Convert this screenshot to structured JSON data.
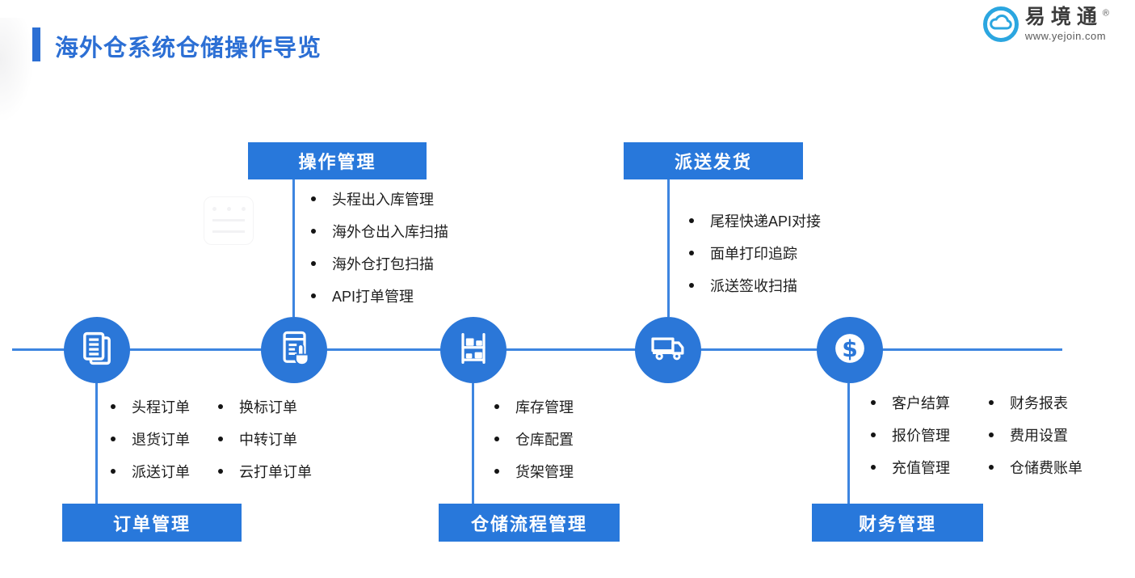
{
  "header": {
    "title": "海外仓系统仓储操作导览"
  },
  "logo": {
    "brand": "易境通",
    "reg": "®",
    "url": "www.yejoin.com"
  },
  "sections": {
    "order": {
      "title": "订单管理",
      "col1": [
        "头程订单",
        "退货订单",
        "派送订单"
      ],
      "col2": [
        "换标订单",
        "中转订单",
        "云打单订单"
      ]
    },
    "operation": {
      "title": "操作管理",
      "items": [
        "头程出入库管理",
        "海外仓出入库扫描",
        "海外仓打包扫描",
        "API打单管理"
      ]
    },
    "warehouse": {
      "title": "仓储流程管理",
      "items": [
        "库存管理",
        "仓库配置",
        "货架管理"
      ]
    },
    "delivery": {
      "title": "派送发货",
      "items": [
        "尾程快递API对接",
        "面单打印追踪",
        "派送签收扫描"
      ]
    },
    "finance": {
      "title": "财务管理",
      "col1": [
        "客户结算",
        "报价管理",
        "充值管理"
      ],
      "col2": [
        "财务报表",
        "费用设置",
        "仓储费账单"
      ]
    }
  },
  "icons": [
    "documents-icon",
    "tablet-tap-icon",
    "shelf-rack-icon",
    "delivery-truck-icon",
    "dollar-coin-icon",
    "cloud-logo-icon"
  ],
  "colors": {
    "primary_blue": "#2878DB",
    "node_blue": "#2B77D8",
    "connector_blue": "#3D85E0",
    "title_blue": "#2C6FD4",
    "logo_blue": "#2BA6E0",
    "text_dark": "#1E1E1E"
  }
}
